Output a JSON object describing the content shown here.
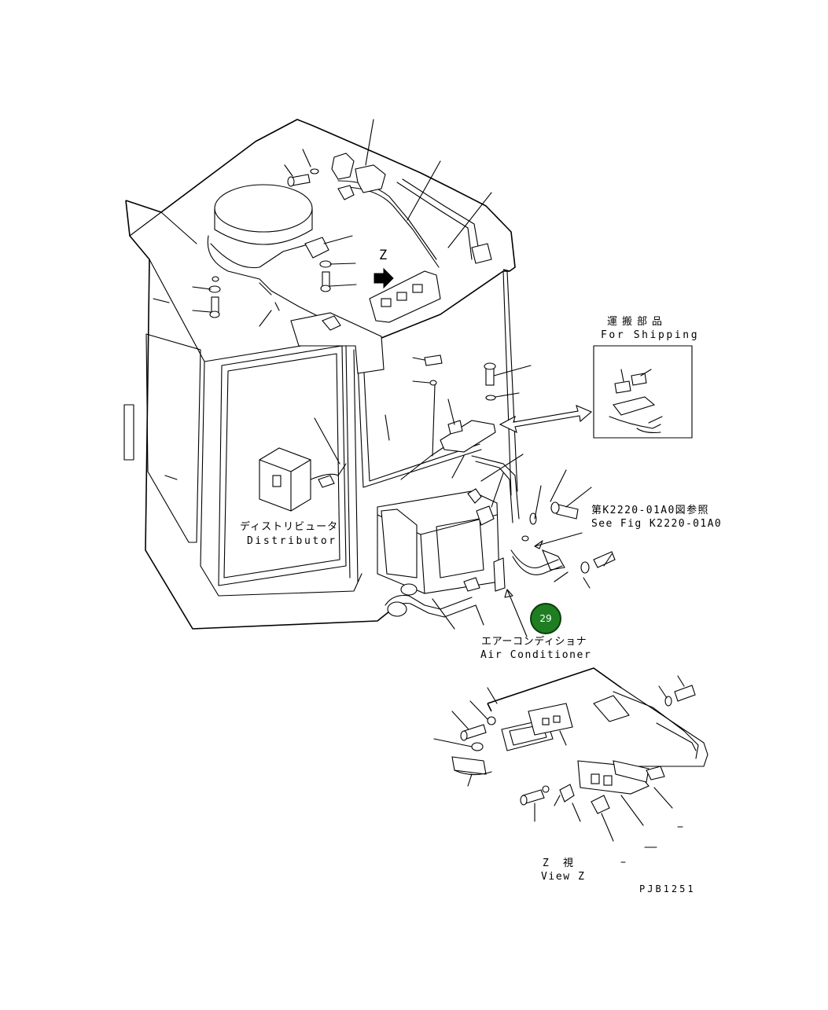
{
  "labels": {
    "shipping_jp": "運搬部品",
    "shipping_en": "For Shipping",
    "see_fig_jp": "第K2220-01A0図参照",
    "see_fig_en": "See Fig K2220-01A0",
    "distributor_jp": "ディストリビュータ",
    "distributor_en": "Distributor",
    "aircon_jp": "エアーコンディショナ",
    "aircon_en": "Air Conditioner",
    "view_letter": "Z",
    "view_jp": "Z　視",
    "view_en": "View Z",
    "drawing_code": "PJB1251"
  },
  "callout": {
    "number": "29"
  },
  "colors": {
    "line": "#000000",
    "background": "#ffffff",
    "callout_fill": "#1f7d22"
  }
}
